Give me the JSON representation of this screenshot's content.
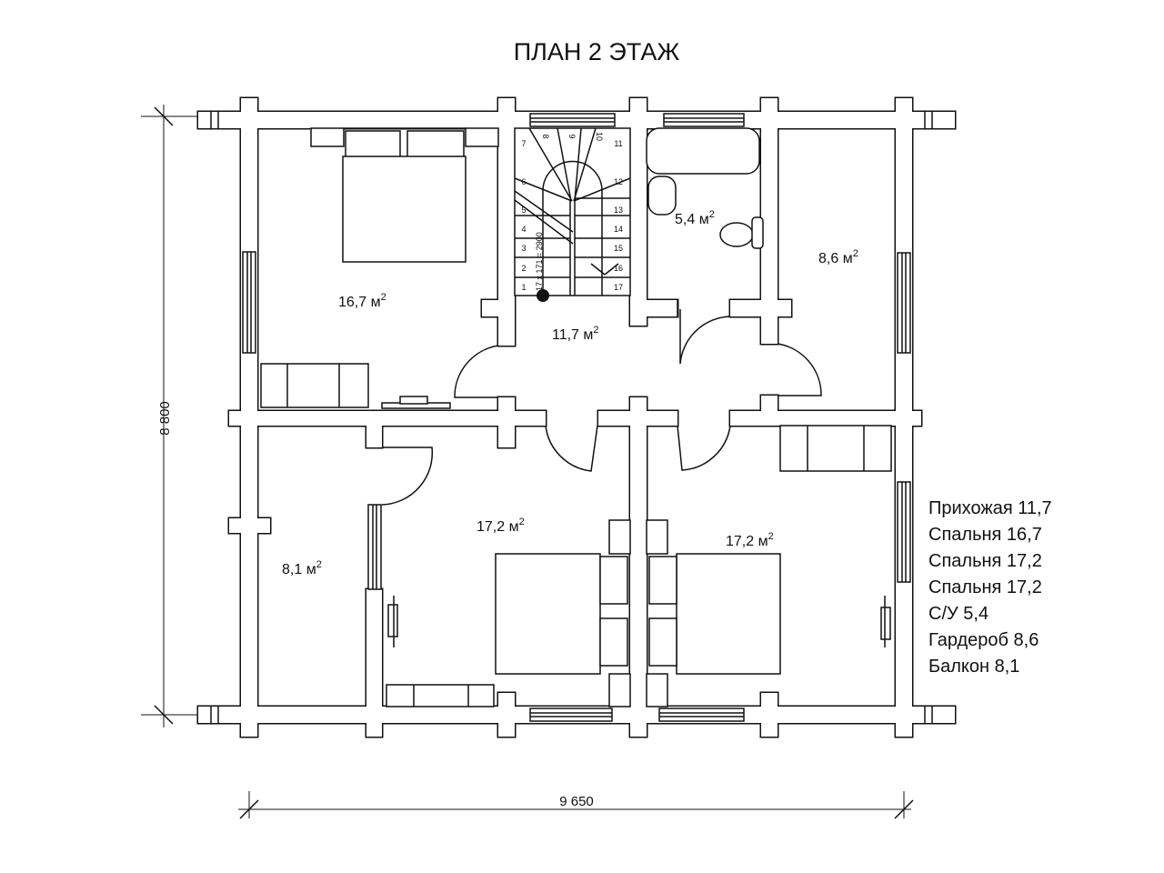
{
  "title": "ПЛАН 2 ЭТАЖ",
  "dimensions": {
    "width": "9 650",
    "height": "8 800"
  },
  "unit": "м",
  "unit_sup": "2",
  "rooms": {
    "bedroom_top": "16,7",
    "hall": "11,7",
    "bath": "5,4",
    "wardrobe": "8,6",
    "balcony": "8,1",
    "bedroom_left": "17,2",
    "bedroom_right": "17,2"
  },
  "stair": {
    "steps": [
      "1",
      "2",
      "3",
      "4",
      "5",
      "6",
      "7",
      "8",
      "9",
      "10",
      "11",
      "12",
      "13",
      "14",
      "15",
      "16",
      "17"
    ],
    "formula": "17 x 171 = 2900"
  },
  "legend": [
    "Прихожая 11,7",
    "Спальня 16,7",
    "Спальня 17,2",
    "Спальня 17,2",
    "С/У 5,4",
    "Гардероб 8,6",
    "Балкон 8,1"
  ]
}
